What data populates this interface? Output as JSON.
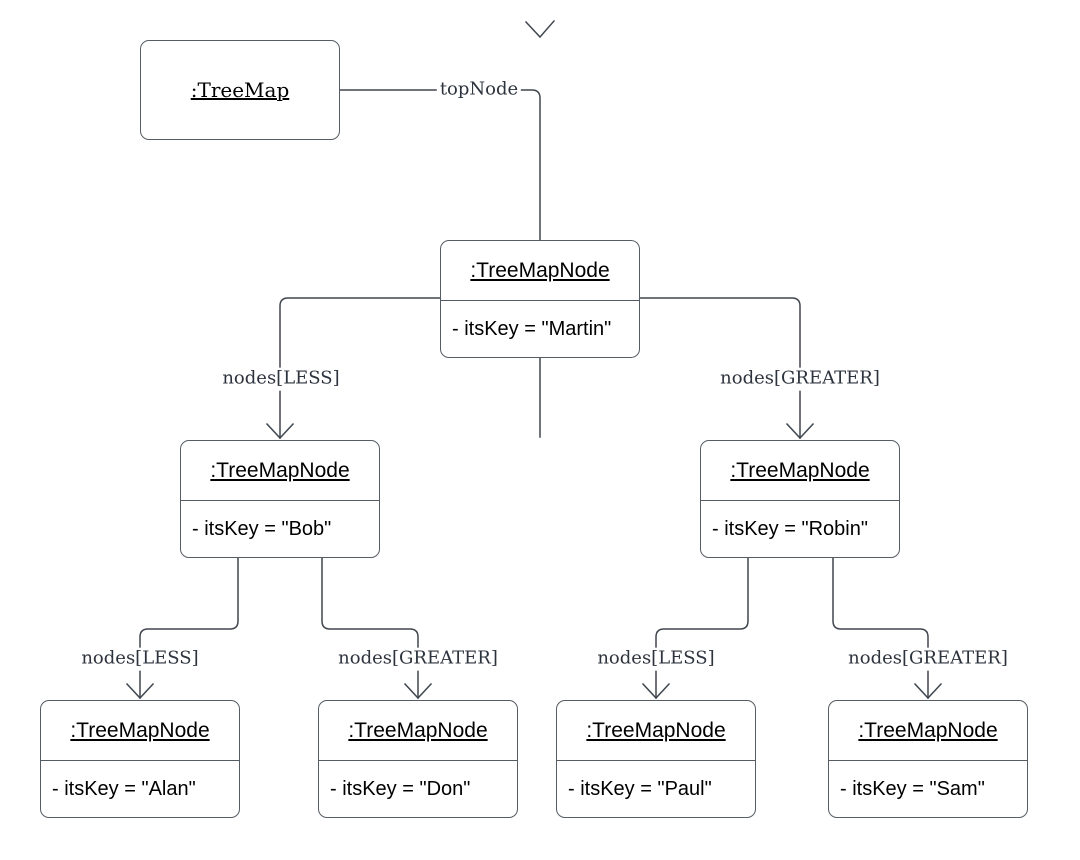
{
  "diagram": {
    "root": {
      "title": ":TreeMap"
    },
    "nodes": {
      "martin": {
        "title": ":TreeMapNode",
        "attribute": "- itsKey = \"Martin\""
      },
      "bob": {
        "title": ":TreeMapNode",
        "attribute": "- itsKey = \"Bob\""
      },
      "robin": {
        "title": ":TreeMapNode",
        "attribute": "- itsKey = \"Robin\""
      },
      "alan": {
        "title": ":TreeMapNode",
        "attribute": "- itsKey = \"Alan\""
      },
      "don": {
        "title": ":TreeMapNode",
        "attribute": "- itsKey = \"Don\""
      },
      "paul": {
        "title": ":TreeMapNode",
        "attribute": "- itsKey = \"Paul\""
      },
      "sam": {
        "title": ":TreeMapNode",
        "attribute": "- itsKey = \"Sam\""
      }
    },
    "edges": {
      "topnode": {
        "label": "topNode"
      },
      "martin_less": {
        "label": "nodes[LESS]"
      },
      "martin_greater": {
        "label": "nodes[GREATER]"
      },
      "bob_less": {
        "label": "nodes[LESS]"
      },
      "bob_greater": {
        "label": "nodes[GREATER]"
      },
      "robin_less": {
        "label": "nodes[LESS]"
      },
      "robin_greater": {
        "label": "nodes[GREATER]"
      }
    },
    "colors": {
      "background": "#ffffff",
      "edge_line": "#40474f",
      "box_border": "#565c64",
      "node_text": "#000000",
      "edge_label_text": "#2d333d"
    }
  }
}
